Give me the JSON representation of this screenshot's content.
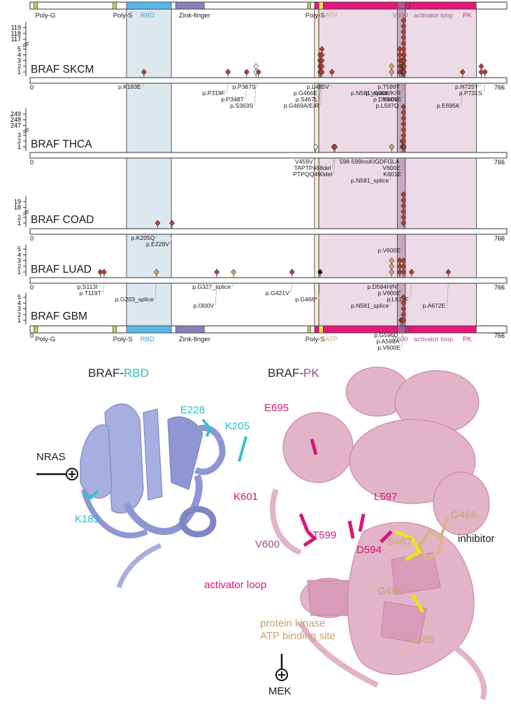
{
  "colors": {
    "rbd": "#59b7e8",
    "zinc": "#8c7fb8",
    "polyG": "#b5cf55",
    "polyS": "#b5cf55",
    "atp": "#f1e05a",
    "pk": "#e0197a",
    "v600": "#a85a96",
    "activator": "#c22a7e",
    "band_rbd": "#dde7ee",
    "band_atp": "#f8efcf",
    "band_pk": "#ecdbe6",
    "missense": "#c43a2a",
    "splice": "#e9a35a",
    "inframe": "#f4f4f4",
    "ribbon_rbd": "#a7aee0",
    "ribbon_pk": "#e3b3c8",
    "cyan_label": "#2bbcc2",
    "magenta_label": "#d6167a",
    "tan_label": "#c8a46c",
    "inhibitor_yellow": "#e6e617"
  },
  "domain_track": {
    "length": 766,
    "domains": [
      {
        "name": "Poly-G",
        "start": 6,
        "end": 12,
        "type": "polyG",
        "color": "#b5cf55"
      },
      {
        "name": "Poly-S",
        "start": 133,
        "end": 139,
        "type": "polyS",
        "color": "#b5cf55"
      },
      {
        "name": "RBD",
        "start": 155,
        "end": 227,
        "type": "rbd",
        "color": "#59b7e8"
      },
      {
        "name": "Zink-finger",
        "start": 234,
        "end": 280,
        "type": "zinc",
        "color": "#8c7fb8"
      },
      {
        "name": "Poly-S",
        "start": 446,
        "end": 451,
        "type": "polyS",
        "color": "#b5cf55"
      },
      {
        "name": "",
        "start": 457,
        "end": 464,
        "type": "pk",
        "color": "#e0197a"
      },
      {
        "name": "",
        "start": 464,
        "end": 471,
        "type": "atp",
        "color": "#f1e05a"
      },
      {
        "name": "ATP",
        "start": 471,
        "end": 590,
        "type": "pk",
        "color": "#e0197a"
      },
      {
        "name": "V600",
        "start": 590,
        "end": 603,
        "type": "v600",
        "color": "#a85a96"
      },
      {
        "name": "activator loop",
        "start": 603,
        "end": 610,
        "type": "activator",
        "color": "#c22a7e"
      },
      {
        "name": "PK",
        "start": 610,
        "end": 717,
        "type": "pk",
        "color": "#e0197a"
      }
    ],
    "label_under": [
      {
        "text": "Poly-G",
        "color": "#1a1a1a",
        "pos": 6
      },
      {
        "text": "Poly-S",
        "color": "#1a1a1a",
        "pos": 131
      },
      {
        "text": "RBD",
        "color": "#3a9fdc",
        "pos": 175
      },
      {
        "text": "Zink-finger",
        "color": "#1a1a1a",
        "pos": 237
      },
      {
        "text": "Poly-S",
        "color": "#1a1a1a",
        "pos": 440
      },
      {
        "text": "ATP",
        "color": "#c8a46c",
        "pos": 472
      },
      {
        "text": "V600",
        "color": "#a85a96",
        "pos": 580
      },
      {
        "text": "activator loop",
        "color": "#a85a96",
        "pos": 614
      },
      {
        "text": "PK",
        "color": "#e0197a",
        "pos": 693
      }
    ]
  },
  "bands": [
    {
      "start": 155,
      "end": 227,
      "color": "#dde7ee"
    },
    {
      "start": 457,
      "end": 464,
      "color": "#f8efcf"
    },
    {
      "start": 464,
      "end": 717,
      "color": "#ecdbe6"
    },
    {
      "start": 590,
      "end": 603,
      "color": "#c9a8c2"
    }
  ],
  "cohorts": [
    {
      "name": "BRAF SKCM",
      "ticks_low": [
        "1",
        "2",
        "3",
        "4",
        "5"
      ],
      "ticks_high": [
        "117",
        "118",
        "119"
      ],
      "mutations": [
        {
          "pos": 183,
          "h": 1,
          "kind": "missense"
        },
        {
          "pos": 318,
          "h": 1,
          "kind": "missense"
        },
        {
          "pos": 348,
          "h": 1,
          "kind": "missense"
        },
        {
          "pos": 363,
          "h": 2,
          "kind": "inframe"
        },
        {
          "pos": 367,
          "h": 1,
          "kind": "missense"
        },
        {
          "pos": 466,
          "h": 4,
          "kind": "missense"
        },
        {
          "pos": 467,
          "h": 3,
          "kind": "missense"
        },
        {
          "pos": 469,
          "h": 5,
          "kind": "missense"
        },
        {
          "pos": 485,
          "h": 1,
          "kind": "missense"
        },
        {
          "pos": 581,
          "h": 2,
          "kind": "splice"
        },
        {
          "pos": 594,
          "h": 5,
          "kind": "missense"
        },
        {
          "pos": 597,
          "h": 3,
          "kind": "missense"
        },
        {
          "pos": 599,
          "h": 2,
          "kind": "missense"
        },
        {
          "pos": 600,
          "h": 119,
          "kind": "missense"
        },
        {
          "pos": 601,
          "h": 4,
          "kind": "missense"
        },
        {
          "pos": 695,
          "h": 1,
          "kind": "missense"
        },
        {
          "pos": 725,
          "h": 2,
          "kind": "missense"
        },
        {
          "pos": 731,
          "h": 1,
          "kind": "missense"
        }
      ],
      "labels": [
        {
          "text": "p.K183E",
          "pos": 183
        },
        {
          "text": "p.P318F",
          "pos": 318
        },
        {
          "text": "p.P348T",
          "pos": 348
        },
        {
          "text": "p.S363S",
          "pos": 363
        },
        {
          "text": "p.P367S",
          "pos": 367
        },
        {
          "text": "p.G466E",
          "pos": 466
        },
        {
          "text": "p.S467L",
          "pos": 467
        },
        {
          "text": "p.G469A/E/R",
          "pos": 469
        },
        {
          "text": "p.L485V",
          "pos": 485
        },
        {
          "text": "p.N581_splice",
          "pos": 581
        },
        {
          "text": "p.D594N",
          "pos": 594
        },
        {
          "text": "p.L597Q",
          "pos": 597
        },
        {
          "text": "p.T599T",
          "pos": 599
        },
        {
          "text": "p.V600E/K/R",
          "pos": 600
        },
        {
          "text": "K601E",
          "pos": 601
        },
        {
          "text": "p.E695K",
          "pos": 695
        },
        {
          "text": "p.H725Y",
          "pos": 725
        },
        {
          "text": "p.P731S",
          "pos": 731
        }
      ]
    },
    {
      "name": "BRAF THCA",
      "ticks_low": [
        "1",
        "2",
        "3"
      ],
      "ticks_high": [
        "247",
        "248",
        "249"
      ],
      "mutations": [
        {
          "pos": 459,
          "h": 1,
          "kind": "inframe"
        },
        {
          "pos": 488,
          "h": 1,
          "kind": "missense"
        },
        {
          "pos": 490,
          "h": 1,
          "kind": "missense"
        },
        {
          "pos": 581,
          "h": 1,
          "kind": "splice"
        },
        {
          "pos": 598,
          "h": 2,
          "kind": "missense"
        },
        {
          "pos": 600,
          "h": 249,
          "kind": "missense"
        },
        {
          "pos": 601,
          "h": 1,
          "kind": "missense"
        }
      ],
      "labels": [
        {
          "text": "V459V",
          "pos": 459
        },
        {
          "text": "TAPTP488del",
          "pos": 488
        },
        {
          "text": "PTPQQ490del",
          "pos": 490
        },
        {
          "text": "p.N581_splice",
          "pos": 581
        },
        {
          "text": "598-599insKIGDFGLA",
          "pos": 598
        },
        {
          "text": "V600E",
          "pos": 600
        },
        {
          "text": "K601E",
          "pos": 601
        }
      ]
    },
    {
      "name": "BRAF COAD",
      "ticks_low": [
        "1",
        "2"
      ],
      "ticks_high": [
        "18",
        "19"
      ],
      "mutations": [
        {
          "pos": 205,
          "h": 1,
          "kind": "missense"
        },
        {
          "pos": 228,
          "h": 1,
          "kind": "missense"
        },
        {
          "pos": 600,
          "h": 19,
          "kind": "missense"
        }
      ],
      "labels": [
        {
          "text": "p.K205Q",
          "pos": 205
        },
        {
          "text": "p.E228V",
          "pos": 228
        },
        {
          "text": "p.V600E",
          "pos": 600
        }
      ]
    },
    {
      "name": "BRAF LUAD",
      "ticks_low": [
        "1",
        "2",
        "3",
        "4",
        "5"
      ],
      "ticks_high": [],
      "mutations": [
        {
          "pos": 113,
          "h": 1,
          "kind": "missense"
        },
        {
          "pos": 119,
          "h": 1,
          "kind": "missense"
        },
        {
          "pos": 203,
          "h": 1,
          "kind": "splice"
        },
        {
          "pos": 300,
          "h": 1,
          "kind": "missense"
        },
        {
          "pos": 327,
          "h": 1,
          "kind": "splice"
        },
        {
          "pos": 421,
          "h": 1,
          "kind": "missense"
        },
        {
          "pos": 466,
          "h": 1,
          "kind": "truncating"
        },
        {
          "pos": 581,
          "h": 3,
          "kind": "splice"
        },
        {
          "pos": 594,
          "h": 3,
          "kind": "missense"
        },
        {
          "pos": 600,
          "h": 3,
          "kind": "missense"
        },
        {
          "pos": 613,
          "h": 1,
          "kind": "missense"
        },
        {
          "pos": 672,
          "h": 1,
          "kind": "missense"
        }
      ],
      "labels": [
        {
          "text": "p.S113I",
          "pos": 113
        },
        {
          "text": "p.T119T",
          "pos": 119
        },
        {
          "text": "p.G203_splice",
          "pos": 203
        },
        {
          "text": "p.I300V",
          "pos": 300
        },
        {
          "text": "p.G327_splice",
          "pos": 327
        },
        {
          "text": "p.G421V",
          "pos": 421
        },
        {
          "text": "p.G466*",
          "pos": 466
        },
        {
          "text": "p.N581_splice",
          "pos": 581
        },
        {
          "text": "p.D594H/N",
          "pos": 594
        },
        {
          "text": "p.V600E",
          "pos": 600
        },
        {
          "text": "p.L613F",
          "pos": 613
        },
        {
          "text": "p.A672E",
          "pos": 672
        }
      ]
    },
    {
      "name": "BRAF GBM",
      "ticks_low": [
        "1",
        "2",
        "3",
        "4",
        "5"
      ],
      "ticks_high": [],
      "mutations": [
        {
          "pos": 596,
          "h": 1,
          "kind": "missense"
        },
        {
          "pos": 598,
          "h": 1,
          "kind": "missense"
        },
        {
          "pos": 600,
          "h": 5,
          "kind": "missense"
        }
      ],
      "labels": [
        {
          "text": "p.G596D",
          "pos": 596
        },
        {
          "text": "p.A598A",
          "pos": 598
        },
        {
          "text": "p.V600E",
          "pos": 600
        }
      ]
    }
  ],
  "axis": {
    "start_label": "0",
    "end_label": "766"
  },
  "structure": {
    "rbd_title_prefix": "BRAF-",
    "rbd_title_suffix": "RBD",
    "pk_title_prefix": "BRAF-",
    "pk_title_suffix": "PK",
    "nras": "NRAS",
    "mek": "MEK",
    "rbd_residues": [
      "E228",
      "K205",
      "K183"
    ],
    "pk_residues": [
      "E695",
      "K601",
      "L597",
      "V600",
      "T599",
      "D594",
      "G466",
      "S467",
      "G469",
      "L485"
    ],
    "inhibitor": "inhibitor",
    "activator_loop": "activator loop",
    "atp_site_line1": "protein kinase",
    "atp_site_line2": "ATP binding site"
  }
}
